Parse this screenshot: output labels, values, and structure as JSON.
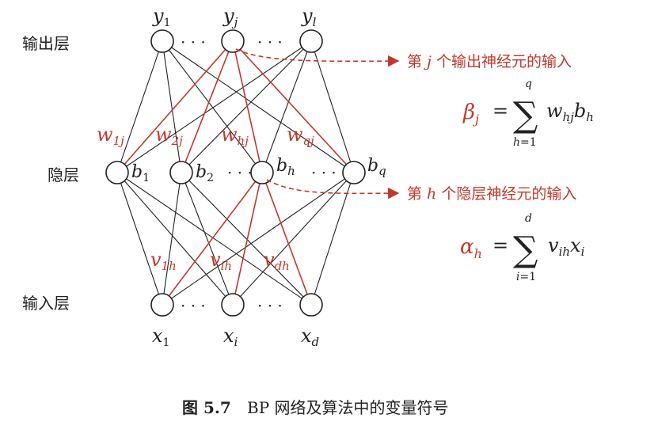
{
  "layers": {
    "output_label": "输出层",
    "hidden_label": "隐层",
    "input_label": "输入层"
  },
  "output_nodes": [
    "y1",
    "yj",
    "yl"
  ],
  "hidden_nodes": [
    "b1",
    "b2",
    "bh",
    "bq"
  ],
  "input_nodes": [
    "x1",
    "xi",
    "xd"
  ],
  "weights_hidden_output": [
    "w1j",
    "w2j",
    "whj",
    "wqj"
  ],
  "weights_input_hidden": [
    "v1h",
    "vih",
    "vdh"
  ],
  "annotations": {
    "output_input_label": "第 j 个输出神经元的输入",
    "output_input_formula": "βj = Σ(h=1..q) whj bh",
    "hidden_input_label": "第 h 个隐层神经元的输入",
    "hidden_input_formula": "αh = Σ(i=1..d) vih xi"
  },
  "caption": {
    "figure_no": "图 5.7",
    "text": "BP 网络及算法中的变量符号"
  },
  "colors": {
    "highlight": "#c0392b",
    "ink": "#222222"
  }
}
